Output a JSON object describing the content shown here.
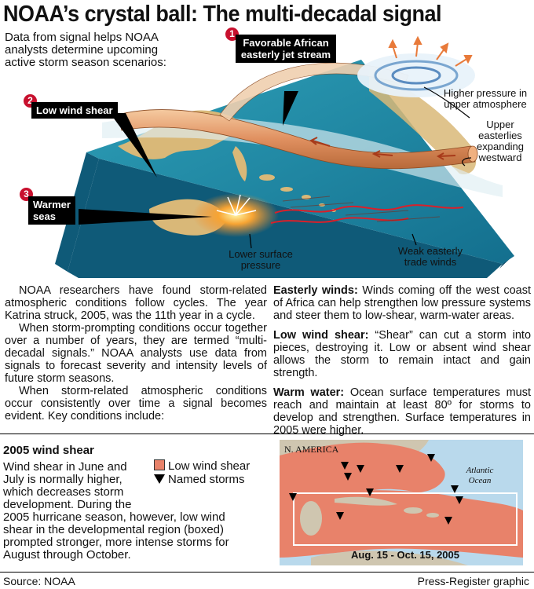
{
  "title": "NOAA’s crystal ball: The multi-decadal signal",
  "intro": "Data from signal helps NOAA analysts determine upcoming active storm season scenarios:",
  "callouts": [
    {
      "num": "1",
      "label": "Favorable African easterly jet stream"
    },
    {
      "num": "2",
      "label": "Low wind shear"
    },
    {
      "num": "3",
      "label": "Warmer seas"
    }
  ],
  "labels": {
    "higher_pressure": "Higher pressure in upper atmosphere",
    "upper_easterlies": "Upper easterlies expanding westward",
    "lower_surface": "Lower surface pressure",
    "weak_trade": "Weak easterly trade winds"
  },
  "colors": {
    "ocean": "#1f8aa6",
    "ocean_side": "#0f5a78",
    "land": "#d9b878",
    "jet": "#e8a36a",
    "warm": "#f08a2a",
    "accent_red": "#c8102e",
    "map_red": "#e8826a",
    "map_blue": "#b9d9ec"
  },
  "left_column": {
    "p1": "NOAA researchers have found storm-related atmospheric conditions follow cycles. The year Katrina struck, 2005, was the 11th year in a cycle.",
    "p2": "When storm-prompting conditions occur together over a number of years, they are termed “multi-decadal signals.” NOAA analysts use data from signals to forecast severity and intensity levels of future storm seasons.",
    "p3": "When storm-related atmospheric conditions occur consistently over time a signal becomes evident. Key conditions include:"
  },
  "right_column": {
    "easterly_head": "Easterly winds:",
    "easterly_text": " Winds coming off the west coast of Africa can help strengthen low pressure systems and steer them to low-shear, warm-water areas.",
    "shear_head": "Low wind shear:",
    "shear_text": " “Shear” can cut a storm into pieces, destroying it. Low or absent wind shear allows the storm to remain intact and gain strength.",
    "water_head": "Warm water:",
    "water_text": " Ocean surface temperatures must reach and maintain at least 80º for storms to develop and strengthen. Surface temperatures in 2005 were higher."
  },
  "wind_shear": {
    "title": "2005 wind shear",
    "text_lines": [
      "Wind shear in June and",
      "July is normally higher,",
      "which decreases storm",
      "development. During the",
      "2005 hurricane season, however, low wind",
      "shear in the developmental region (boxed)",
      "prompted stronger, more intense storms for",
      "August through October."
    ],
    "legend_low": "Low wind shear",
    "legend_named": "Named storms"
  },
  "map": {
    "region_label": "N. AMERICA",
    "ocean_label_1": "Atlantic",
    "ocean_label_2": "Ocean",
    "date_range": "Aug. 15 - Oct. 15, 2005"
  },
  "footer": {
    "source": "Source: NOAA",
    "credit": "Press-Register graphic"
  }
}
